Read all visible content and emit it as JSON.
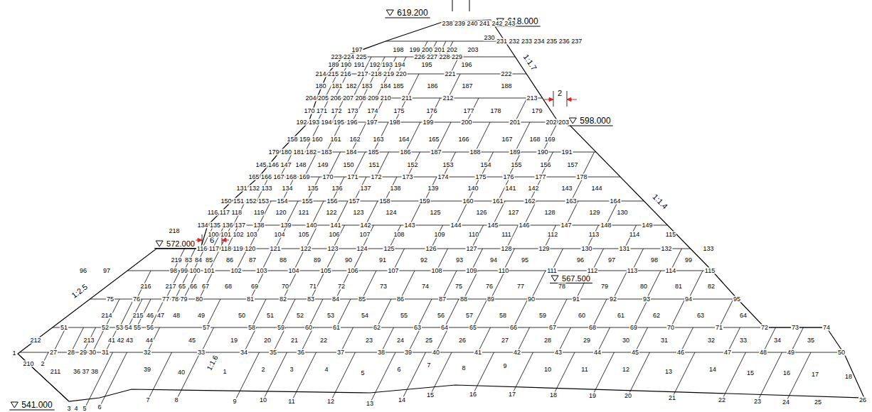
{
  "diagram": {
    "labels": [
      "619.200",
      "618.000",
      "598.000",
      "572.000",
      "567.500",
      "541.000",
      "1:1.7",
      "1:1.4",
      "1:2.5",
      "1:1.6",
      "2",
      "6",
      "1",
      "2",
      "3",
      "4",
      "5",
      "6",
      "7",
      "8",
      "9",
      "10",
      "11",
      "12",
      "13",
      "14",
      "15",
      "16",
      "17",
      "18",
      "19",
      "20",
      "21",
      "22",
      "23",
      "24",
      "25",
      "26",
      "210",
      "211",
      "36",
      "37",
      "38",
      "39",
      "40",
      "1",
      "2",
      "3",
      "4",
      "5",
      "6",
      "7",
      "8",
      "9",
      "10",
      "11",
      "12",
      "13",
      "14",
      "15",
      "16",
      "17",
      "18",
      "27",
      "28",
      "29",
      "30",
      "31",
      "32",
      "33",
      "34",
      "35",
      "36",
      "37",
      "38",
      "39",
      "40",
      "41",
      "42",
      "43",
      "44",
      "45",
      "46",
      "47",
      "48",
      "49",
      "50",
      "212",
      "213",
      "41",
      "42",
      "43",
      "44",
      "45",
      "19",
      "20",
      "21",
      "22",
      "23",
      "24",
      "25",
      "26",
      "27",
      "28",
      "29",
      "30",
      "31",
      "32",
      "33",
      "34",
      "35",
      "51",
      "52",
      "53",
      "54",
      "55",
      "56",
      "57",
      "58",
      "59",
      "60",
      "61",
      "62",
      "63",
      "64",
      "65",
      "66",
      "67",
      "68",
      "69",
      "70",
      "71",
      "72",
      "73",
      "74",
      "214",
      "215",
      "46",
      "47",
      "48",
      "49",
      "50",
      "51",
      "52",
      "53",
      "54",
      "55",
      "56",
      "57",
      "58",
      "59",
      "60",
      "61",
      "62",
      "63",
      "64",
      "75",
      "76",
      "77",
      "78",
      "79",
      "80",
      "81",
      "82",
      "83",
      "84",
      "85",
      "86",
      "87",
      "88",
      "89",
      "90",
      "91",
      "92",
      "93",
      "94",
      "95",
      "216",
      "217",
      "65",
      "66",
      "67",
      "68",
      "69",
      "70",
      "71",
      "72",
      "73",
      "74",
      "75",
      "76",
      "77",
      "78",
      "79",
      "80",
      "81",
      "82",
      "96",
      "97",
      "98",
      "99",
      "100",
      "101",
      "102",
      "103",
      "104",
      "105",
      "106",
      "107",
      "108",
      "109",
      "110",
      "111",
      "112",
      "113",
      "114",
      "115",
      "218",
      "219",
      "83",
      "84",
      "85",
      "86",
      "87",
      "88",
      "89",
      "90",
      "91",
      "92",
      "93",
      "94",
      "95",
      "96",
      "97",
      "98",
      "99",
      "116",
      "117",
      "118",
      "119",
      "120",
      "121",
      "122",
      "123",
      "124",
      "125",
      "126",
      "127",
      "128",
      "129",
      "130",
      "131",
      "132",
      "133",
      "100",
      "101",
      "102",
      "103",
      "104",
      "105",
      "106",
      "107",
      "108",
      "109",
      "110",
      "111",
      "112",
      "113",
      "114",
      "115",
      "134",
      "135",
      "136",
      "137",
      "138",
      "139",
      "140",
      "141",
      "142",
      "143",
      "144",
      "145",
      "146",
      "147",
      "148",
      "149",
      "116",
      "117",
      "118",
      "119",
      "120",
      "121",
      "122",
      "123",
      "124",
      "125",
      "126",
      "127",
      "128",
      "129",
      "130",
      "150",
      "151",
      "152",
      "153",
      "154",
      "155",
      "156",
      "157",
      "158",
      "159",
      "160",
      "161",
      "162",
      "163",
      "164",
      "131",
      "132",
      "133",
      "134",
      "135",
      "136",
      "137",
      "138",
      "139",
      "140",
      "141",
      "142",
      "143",
      "144",
      "165",
      "166",
      "167",
      "168",
      "169",
      "170",
      "171",
      "172",
      "173",
      "174",
      "175",
      "176",
      "177",
      "178",
      "145",
      "146",
      "147",
      "148",
      "149",
      "150",
      "151",
      "152",
      "153",
      "154",
      "155",
      "156",
      "157",
      "179",
      "180",
      "181",
      "182",
      "183",
      "184",
      "185",
      "186",
      "187",
      "188",
      "189",
      "190",
      "191",
      "158",
      "159",
      "160",
      "161",
      "162",
      "163",
      "164",
      "165",
      "166",
      "167",
      "168",
      "169",
      "192",
      "193",
      "194",
      "195",
      "196",
      "197",
      "198",
      "199",
      "200",
      "201",
      "202",
      "203",
      "170",
      "171",
      "172",
      "173",
      "174",
      "175",
      "176",
      "177",
      "178",
      "179",
      "204",
      "205",
      "206",
      "207",
      "208",
      "209",
      "210",
      "211",
      "212",
      "213",
      "180",
      "181",
      "182",
      "183",
      "184",
      "185",
      "186",
      "187",
      "188",
      "214",
      "215",
      "216",
      "217",
      "218",
      "219",
      "220",
      "221",
      "222",
      "189",
      "190",
      "191",
      "192",
      "193",
      "194",
      "195",
      "196",
      "223",
      "224",
      "225",
      "226",
      "227",
      "228",
      "229",
      "197",
      "198",
      "199",
      "200",
      "201",
      "202",
      "203",
      "230",
      "231",
      "232",
      "233",
      "234",
      "235",
      "236",
      "237",
      "238",
      "239",
      "240",
      "241",
      "242",
      "243"
    ]
  }
}
